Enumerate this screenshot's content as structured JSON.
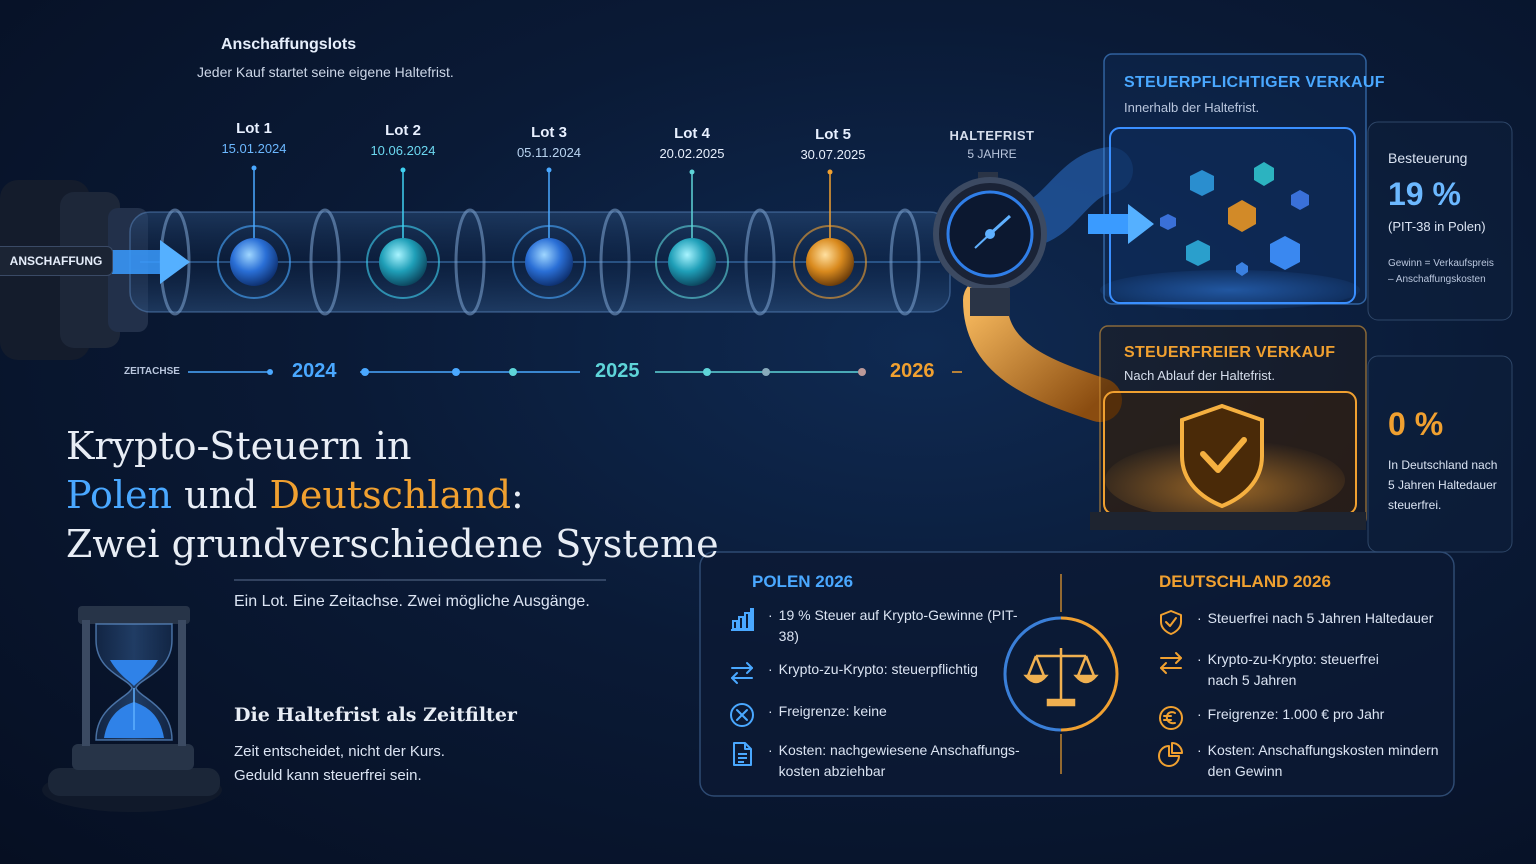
{
  "header": {
    "title": "Anschaffungslots",
    "subtitle": "Jeder Kauf startet seine eigene Haltefrist."
  },
  "lots": [
    {
      "name": "Lot 1",
      "date": "15.01.2024",
      "color": "#4aa8ff"
    },
    {
      "name": "Lot 2",
      "date": "10.06.2024",
      "color": "#3fd0f0"
    },
    {
      "name": "Lot 3",
      "date": "05.11.2024",
      "color": "#4aa8ff"
    },
    {
      "name": "Lot 4",
      "date": "20.02.2025",
      "color": "#5ed4d8"
    },
    {
      "name": "Lot 5",
      "date": "30.07.2025",
      "color": "#f0a030"
    }
  ],
  "haltefrist": {
    "label": "HALTEFRIST",
    "duration": "5 JAHRE"
  },
  "entry_label": "ANSCHAFFUNG",
  "timeline": {
    "label": "ZEITACHSE",
    "years": [
      {
        "label": "2024",
        "color": "#4aa8ff"
      },
      {
        "label": "2025",
        "color": "#5ed4d8"
      },
      {
        "label": "2026",
        "color": "#f0a030"
      }
    ]
  },
  "taxable": {
    "title": "STEUERPFLICHTIGER VERKAUF",
    "subtitle": "Innerhalb der Haltefrist.",
    "side_label": "Besteuerung",
    "rate": "19 %",
    "rate_note": "(PIT-38 in Polen)",
    "formula_line1": "Gewinn = Verkaufspreis",
    "formula_line2": "– Anschaffungskosten"
  },
  "taxfree": {
    "title": "STEUERFREIER VERKAUF",
    "subtitle": "Nach Ablauf der Haltefrist.",
    "rate": "0 %",
    "note_line1": "In Deutschland nach",
    "note_line2": "5 Jahren Haltedauer",
    "note_line3": "steuerfrei."
  },
  "main_title": {
    "line1": "Krypto-Steuern in",
    "poland": "Polen",
    "and": " und ",
    "germany": "Deutschland",
    "colon": ":",
    "line3": "Zwei grundverschiedene Systeme",
    "tagline": "Ein Lot. Eine Zeitachse. Zwei mögliche Ausgänge."
  },
  "filter": {
    "title": "Die Haltefrist als Zeitfilter",
    "line1": "Zeit entscheidet, nicht der Kurs.",
    "line2": "Geduld kann steuerfrei sein."
  },
  "comparison": {
    "poland": {
      "heading": "POLEN 2026",
      "items": [
        {
          "icon": "bar-chart-icon",
          "text": "19 % Steuer auf Krypto-Gewinne (PIT-38)"
        },
        {
          "icon": "swap-icon",
          "text": "Krypto-zu-Krypto: steuerpflichtig"
        },
        {
          "icon": "x-circle-icon",
          "text": "Freigrenze: keine"
        },
        {
          "icon": "document-icon",
          "text": "Kosten: nachgewiesene Anschaffungs-kosten abziehbar"
        }
      ]
    },
    "germany": {
      "heading": "DEUTSCHLAND 2026",
      "items": [
        {
          "icon": "shield-check-icon",
          "text": "Steuerfrei nach 5 Jahren Haltedauer"
        },
        {
          "icon": "swap-icon",
          "text": "Krypto-zu-Krypto: steuerfrei nach 5 Jahren"
        },
        {
          "icon": "euro-icon",
          "text": "Freigrenze: 1.000 € pro Jahr"
        },
        {
          "icon": "pie-chart-icon",
          "text": "Kosten: Anschaffungskosten mindern den Gewinn"
        }
      ]
    }
  },
  "colors": {
    "blue": "#4aa8ff",
    "orange": "#f0a030",
    "cyan": "#3fd0f0"
  }
}
